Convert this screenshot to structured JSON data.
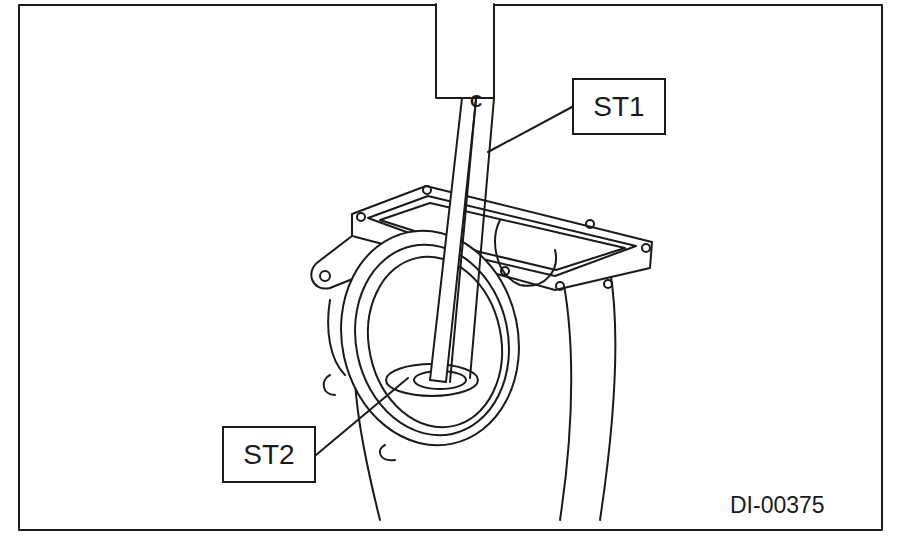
{
  "diagram": {
    "nodes": [
      {
        "text": [
          "ST1"
        ]
      },
      {
        "text": [
          "ST2"
        ]
      }
    ],
    "labels": [
      "C",
      "DI-00375"
    ]
  }
}
